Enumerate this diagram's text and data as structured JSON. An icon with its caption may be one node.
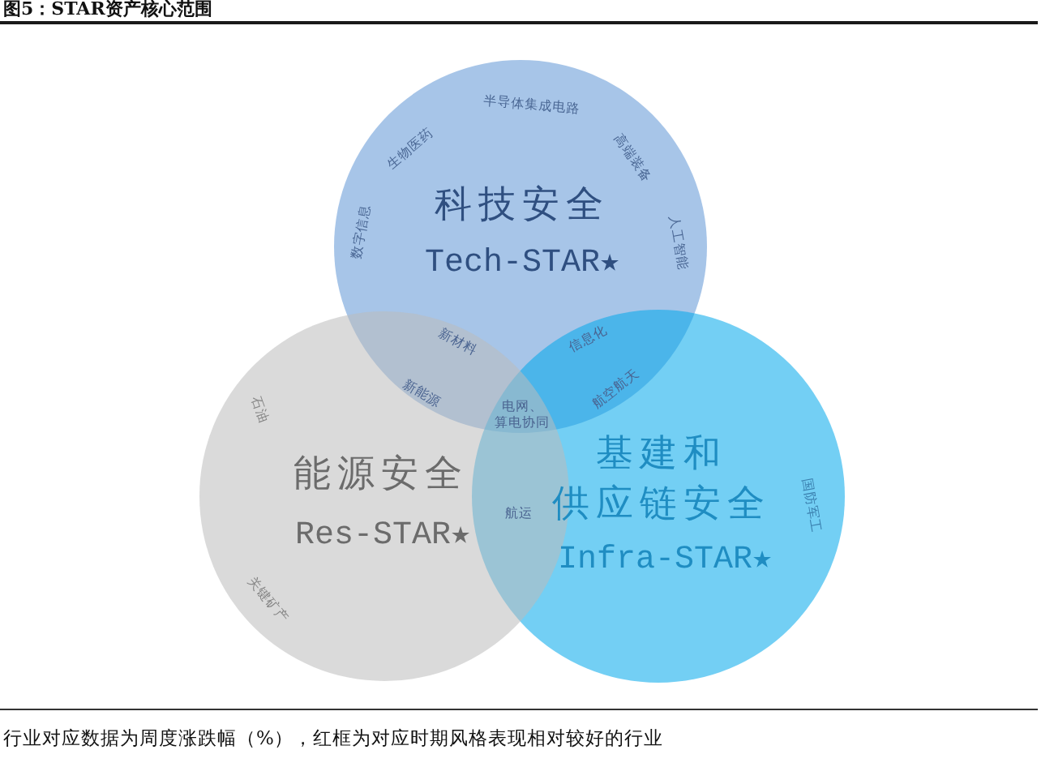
{
  "diagram": {
    "title": "图5：STAR资产核心范围",
    "caption": "行业对应数据为周度涨跌幅（%），红框为对应时期风格表现相对较好的行业",
    "nodes": [
      {
        "text": [
          "科技安全",
          "Tech-STAR★",
          "数字信息",
          "生物医药",
          "半导体集成电路",
          "高端装备",
          "人工智能"
        ]
      },
      {
        "text": [
          "能源安全",
          "Res-STAR★",
          "石油",
          "关键矿产"
        ]
      },
      {
        "text": [
          "基建和供应链安全",
          "Infra-STAR★",
          "国防军工"
        ]
      }
    ],
    "labels": [
      "新材料",
      "信息化",
      "新能源",
      "航空航天",
      "电网、算电协同",
      "航运"
    ]
  }
}
